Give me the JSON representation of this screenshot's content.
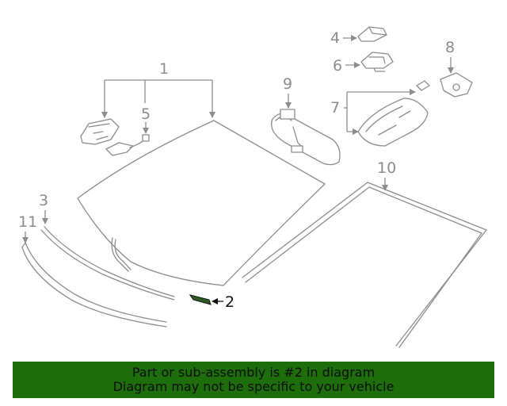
{
  "callouts": {
    "c1": "1",
    "c2": "2",
    "c3": "3",
    "c4": "4",
    "c5": "5",
    "c6": "6",
    "c7": "7",
    "c8": "8",
    "c9": "9",
    "c10": "10",
    "c11": "11"
  },
  "banner": {
    "line1": "Part or sub-assembly is #2 in diagram",
    "line2": "Diagram may not be specific to your vehicle"
  },
  "colors": {
    "banner_bg": "#1d6e0a",
    "highlight_part": "#2f5a24",
    "line_gray": "#8c8c8c"
  }
}
